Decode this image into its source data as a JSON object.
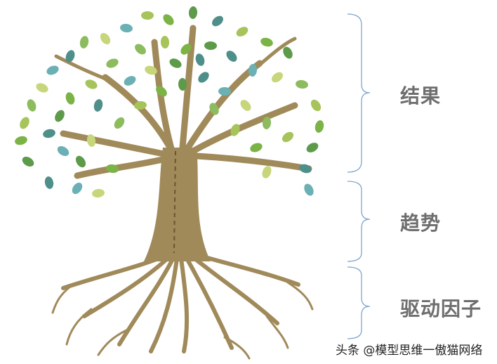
{
  "labels": {
    "result": "结果",
    "trend": "趋势",
    "drivers": "驱动因子"
  },
  "watermark": "头条 @模型思维一傲猫网络",
  "colors": {
    "trunk": "#a08a5a",
    "trunk_dark": "#6b5530",
    "bracket": "#7fa6cf",
    "label": "#6e6e6e",
    "leaf_palette": [
      "#a6c45a",
      "#7bb346",
      "#5d9a4a",
      "#4f8f8a",
      "#6bb0b4",
      "#c7d67a",
      "#8cbc5e"
    ]
  },
  "illustration": "tree-with-leaves-trunk-roots"
}
